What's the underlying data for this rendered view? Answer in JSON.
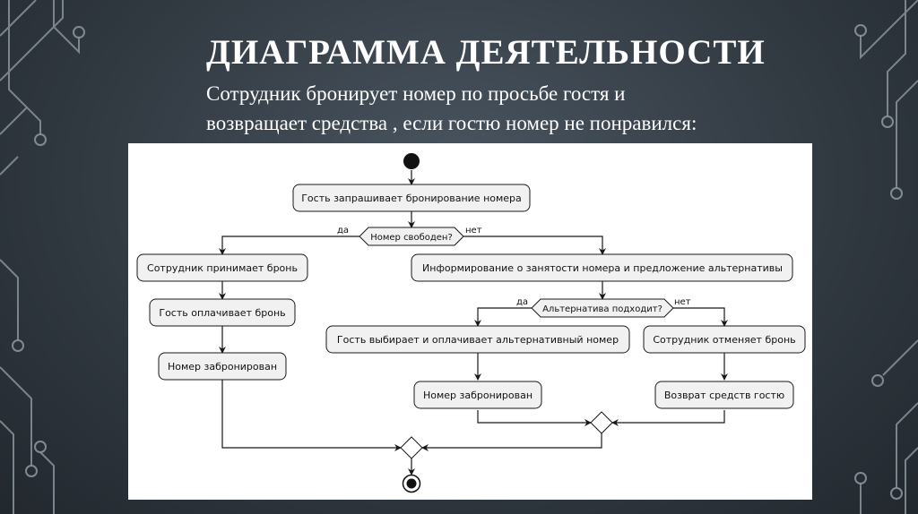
{
  "slide": {
    "title": "ДИАГРАММА ДЕЯТЕЛЬНОСТИ",
    "subtitle_line1": "Сотрудник бронирует номер по просьбе гостя и",
    "subtitle_line2": "возвращает средства , если гостю номер не понравился:"
  },
  "diagram": {
    "n1": "Гость запрашивает бронирование номера",
    "d1": "Номер свободен?",
    "d1_yes": "да",
    "d1_no": "нет",
    "n2": "Сотрудник принимает бронь",
    "n3": "Гость оплачивает бронь",
    "n4": "Номер забронирован",
    "n5": "Информирование о занятости номера и предложение альтернативы",
    "d2": "Альтернатива подходит?",
    "d2_yes": "да",
    "d2_no": "нет",
    "n6": "Гость выбирает и оплачивает альтернативный номер",
    "n7": "Номер забронирован",
    "n8": "Сотрудник отменяет бронь",
    "n9": "Возврат средств гостю"
  },
  "colors": {
    "panel": "#ffffff",
    "node_fill": "#f1f1f1",
    "line": "#181818",
    "circuit": "#8a949c"
  }
}
